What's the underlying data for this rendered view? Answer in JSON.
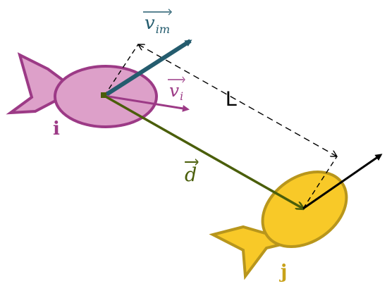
{
  "labels": {
    "v_im_base": "v",
    "v_im_sub": "im",
    "v_i_base": "v",
    "v_i_sub": "i",
    "L": "L",
    "d": "d",
    "fish_i": "i",
    "fish_j": "j"
  },
  "colors": {
    "fish_i_fill": "#dda0c9",
    "fish_i_stroke": "#9c3a86",
    "fish_j_fill": "#f8c928",
    "fish_j_stroke": "#b8961c",
    "v_im_arrow": "#245c6e",
    "v_i_arrow": "#9c3a86",
    "d_arrow": "#4a5e0a",
    "v_j_arrow": "#000000",
    "dashed": "#000000"
  }
}
